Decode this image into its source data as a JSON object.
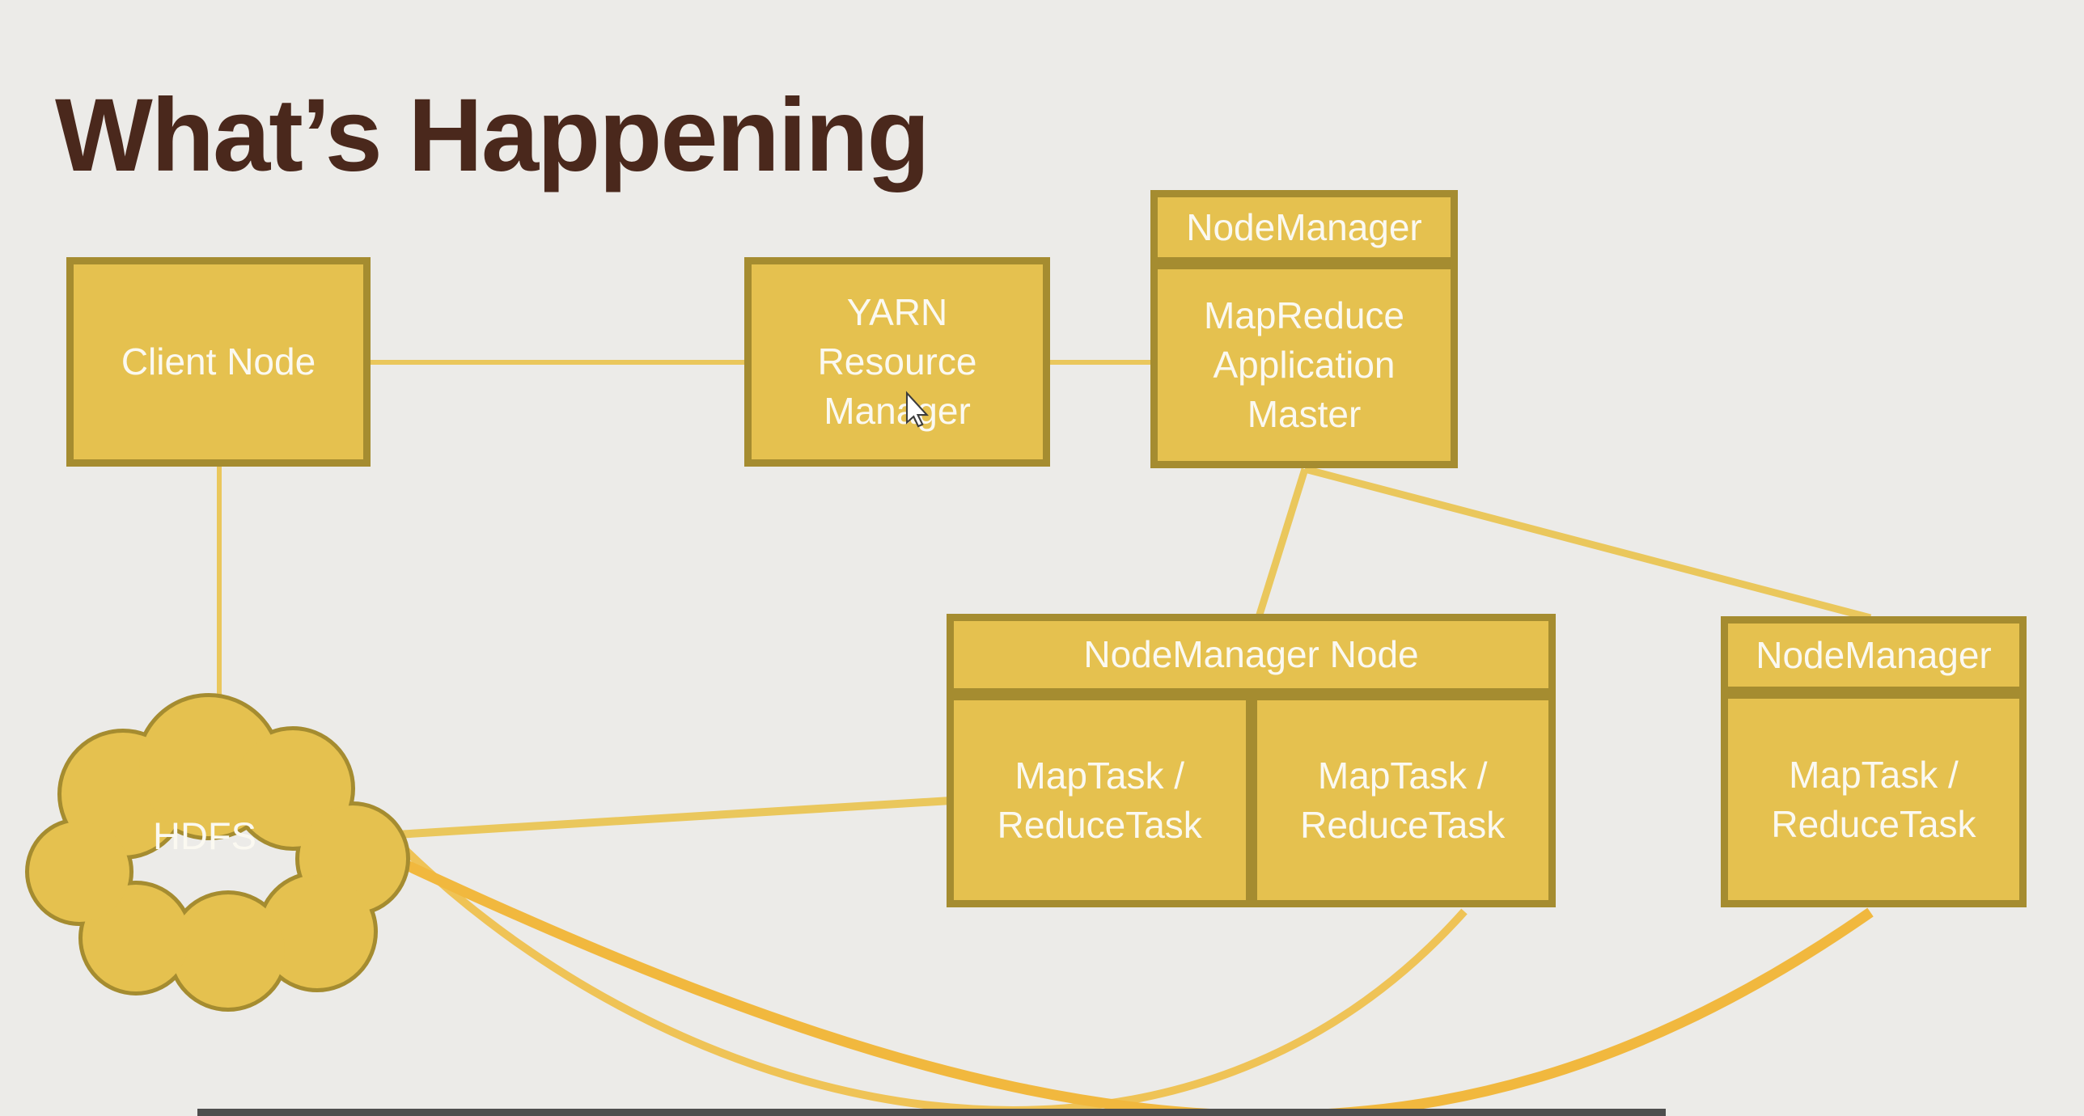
{
  "title": {
    "text": "What’s Happening"
  },
  "colors": {
    "background": "#ECEBE8",
    "box_fill": "#E5C14F",
    "box_border": "#A58C30",
    "connector": "#EAC75C",
    "connector_mid": "#EFC356",
    "connector_strong": "#F1B83E",
    "text": "#FBF9F1",
    "title": "#4A281C",
    "bottom_bar": "#4E4E4E"
  },
  "nodes": {
    "client": {
      "label": "Client Node"
    },
    "yarn": {
      "label": "YARN Resource Manager"
    },
    "nm_top": {
      "header": "NodeManager",
      "body": "MapReduce Application Master"
    },
    "nm_node": {
      "header": "NodeManager Node",
      "cell1": "MapTask / ReduceTask",
      "cell2": "MapTask / ReduceTask"
    },
    "nm_right": {
      "header": "NodeManager",
      "body": "MapTask / ReduceTask"
    },
    "hdfs": {
      "label": "HDFS"
    }
  }
}
